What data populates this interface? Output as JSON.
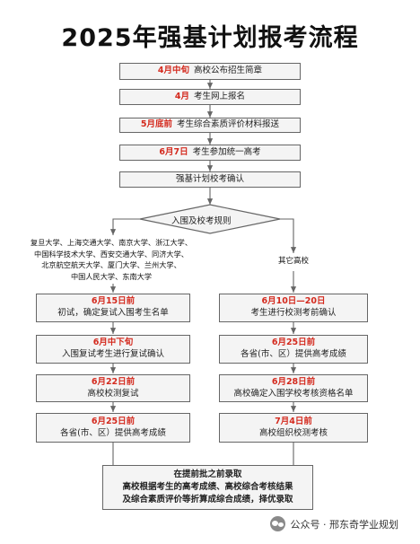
{
  "title": "2025年强基计划报考流程",
  "steps": [
    {
      "date": "4月中旬",
      "text": "高校公布招生简章"
    },
    {
      "date": "4月",
      "text": "考生网上报名"
    },
    {
      "date": "5月底前",
      "text": "考生综合素质评价材料报送"
    },
    {
      "date": "6月7日",
      "text": "考生参加统一高考"
    },
    {
      "date": "",
      "text": "强基计划校考确认"
    }
  ],
  "decision": "入围及校考规则",
  "left_branch": {
    "universities": [
      "复旦大学、上海交通大学、南京大学、浙江大学、",
      "中国科学技术大学、西安交通大学、同济大学、",
      "北京航空航天大学、厦门大学、兰州大学、",
      "中国人民大学、东南大学"
    ],
    "steps": [
      {
        "date": "6月15日前",
        "text": "初试，确定复试入围考生名单"
      },
      {
        "date": "6月中下旬",
        "text": "入围复试考生进行复试确认"
      },
      {
        "date": "6月22日前",
        "text": "高校校测复试"
      },
      {
        "date": "6月25日前",
        "text": "各省(市、区）提供高考成绩"
      }
    ]
  },
  "right_branch": {
    "label": "其它高校",
    "steps": [
      {
        "date": "6月10日—20日",
        "text": "考生进行校测考前确认"
      },
      {
        "date": "6月25日前",
        "text": "各省(市、区）提供高考成绩"
      },
      {
        "date": "6月28日前",
        "text": "高校确定入围学校考核资格名单"
      },
      {
        "date": "7月4日前",
        "text": "高校组织校测考核"
      }
    ]
  },
  "final": {
    "lines": [
      "在提前批之前录取",
      "高校根据考生的高考成绩、高校综合考核结果",
      "及综合素质评价等折算成综合成绩，择优录取"
    ]
  },
  "watermark": "公众号 · 邢东奇学业规划",
  "colors": {
    "accent": "#d42a1e",
    "line": "#666666",
    "box_fill": "#f4f4f4"
  }
}
